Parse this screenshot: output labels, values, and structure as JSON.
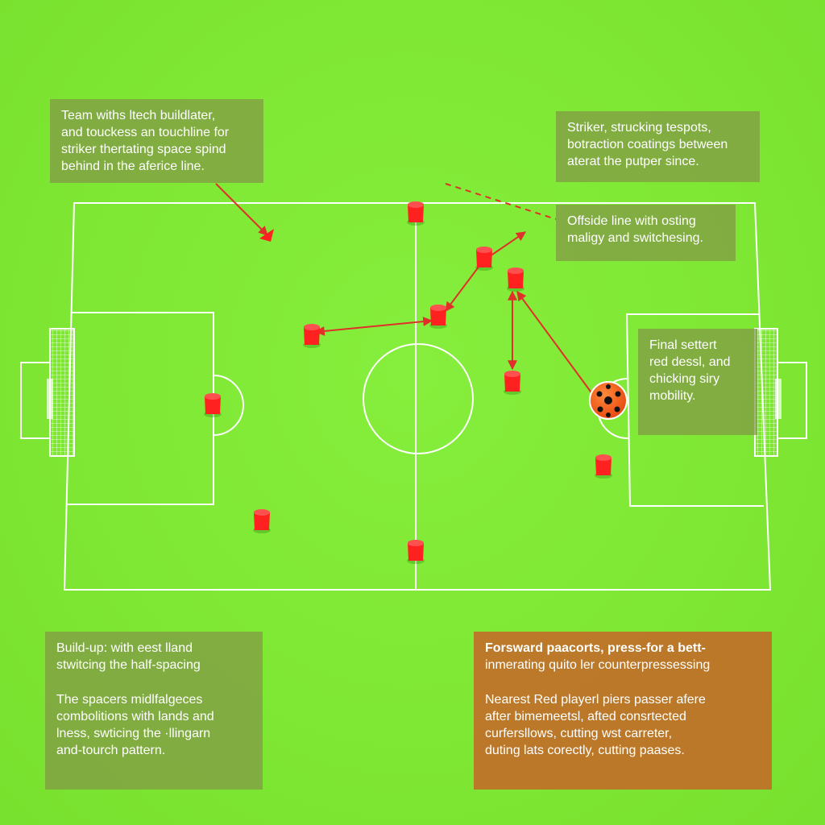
{
  "colors": {
    "grass": "#80e834",
    "lines": "#ffffff",
    "player": "#ff2020",
    "arrow": "#e0302a",
    "ball": "#ff5a1a",
    "panel_olive": "#82964a",
    "panel_orange": "#c46928"
  },
  "icons": {
    "player": "red-player-cone-icon",
    "ball": "football-icon",
    "goal": "goal-net-icon"
  },
  "notes": {
    "top_left": [
      "Team withs ltech buildlater,",
      "and touckess an touchline for",
      "striker thertating space spind",
      "behind in the aferice line."
    ],
    "top_right": [
      "Striker, strucking tespots,",
      "botraction coatings between",
      "aterat the putper since."
    ],
    "offside": [
      "Offside line with osting",
      "maligy and switchesing."
    ],
    "final": [
      "Final settert",
      "red dessl, and",
      "chicking siry",
      "mobility."
    ],
    "build_up": {
      "heading": [
        "Build-up: with eest lland",
        "stwitcing the half-spacing"
      ],
      "body": [
        "The spacers midlfalgeces",
        "combolitions with lands and",
        "lness, swticing the ·llingarn",
        "and-tourch pattern."
      ]
    },
    "forward": {
      "heading": [
        "Forsward paacorts, press-for a bett-",
        "inmerating quito ler counterpressessing"
      ],
      "body": [
        "Nearest Red playerl piers passer afere",
        "after bimemeetsl, afted consrtected",
        "curfersllows, cutting wst carreter,",
        "duting lats corectly, cutting paases."
      ]
    }
  }
}
